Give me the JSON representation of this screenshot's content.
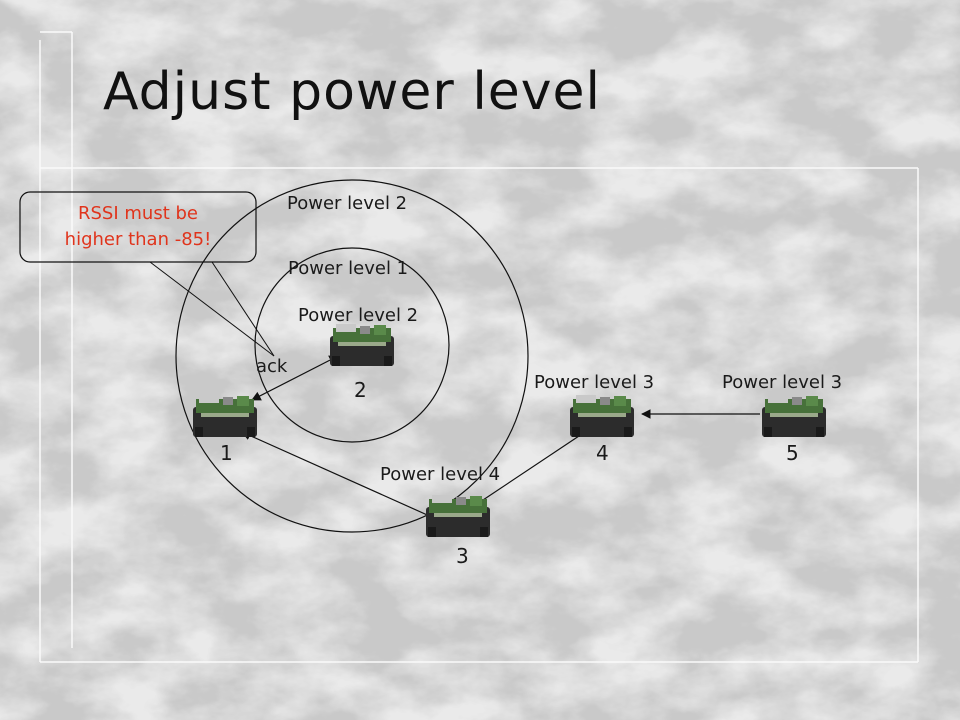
{
  "slide": {
    "title": "Adjust power level"
  },
  "callout": {
    "line1": "RSSI must be",
    "line2": "higher than -85!"
  },
  "labels": {
    "outer_ring": "Power level 2",
    "inner_ring": "Power level 1",
    "node2_power": "Power level 2",
    "ack": "ack",
    "node4_power": "Power level 3",
    "node5_power": "Power level 3",
    "node3_power": "Power level 4"
  },
  "nodes": [
    {
      "id": "1"
    },
    {
      "id": "2"
    },
    {
      "id": "3"
    },
    {
      "id": "4"
    },
    {
      "id": "5"
    }
  ],
  "colors": {
    "callout_text": "#e0341c",
    "pcb_green": "#3f6b34",
    "battery_dark": "#2a2a2a"
  }
}
